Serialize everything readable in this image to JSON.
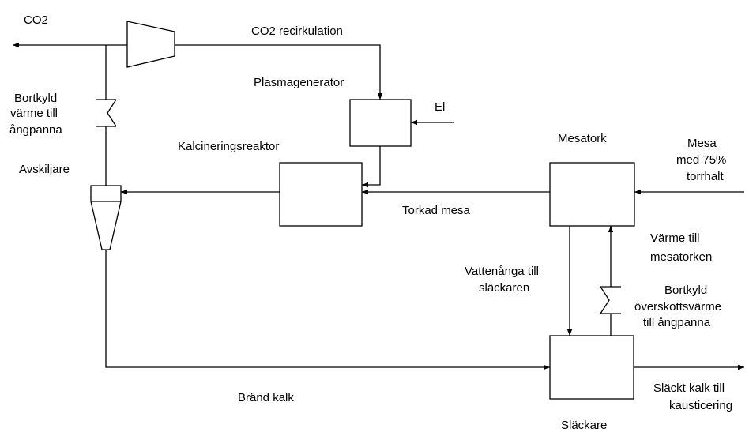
{
  "labels": {
    "co2": "CO2",
    "co2_recirkulation": "CO2 recirkulation",
    "plasmagenerator": "Plasmagenerator",
    "el": "El",
    "bortkyld_1": "Bortkyld",
    "bortkyld_2": "värme till",
    "bortkyld_3": "ångpanna",
    "kalcineringsreaktor": "Kalcineringsreaktor",
    "avskiljare": "Avskiljare",
    "mesatork": "Mesatork",
    "mesa_1": "Mesa",
    "mesa_2": "med 75%",
    "mesa_3": "torrhalt",
    "torkad_mesa": "Torkad mesa",
    "varme_till_1": "Värme till",
    "varme_till_2": "mesatorken",
    "vattenanga_1": "Vattenånga till",
    "vattenanga_2": "släckaren",
    "overskott_1": "Bortkyld",
    "overskott_2": "överskottsvärme",
    "overskott_3": "till ångpanna",
    "brand_kalk": "Bränd kalk",
    "slackt_1": "Släckt kalk till",
    "slackt_2": "kausticering",
    "slackare": "Släckare"
  }
}
